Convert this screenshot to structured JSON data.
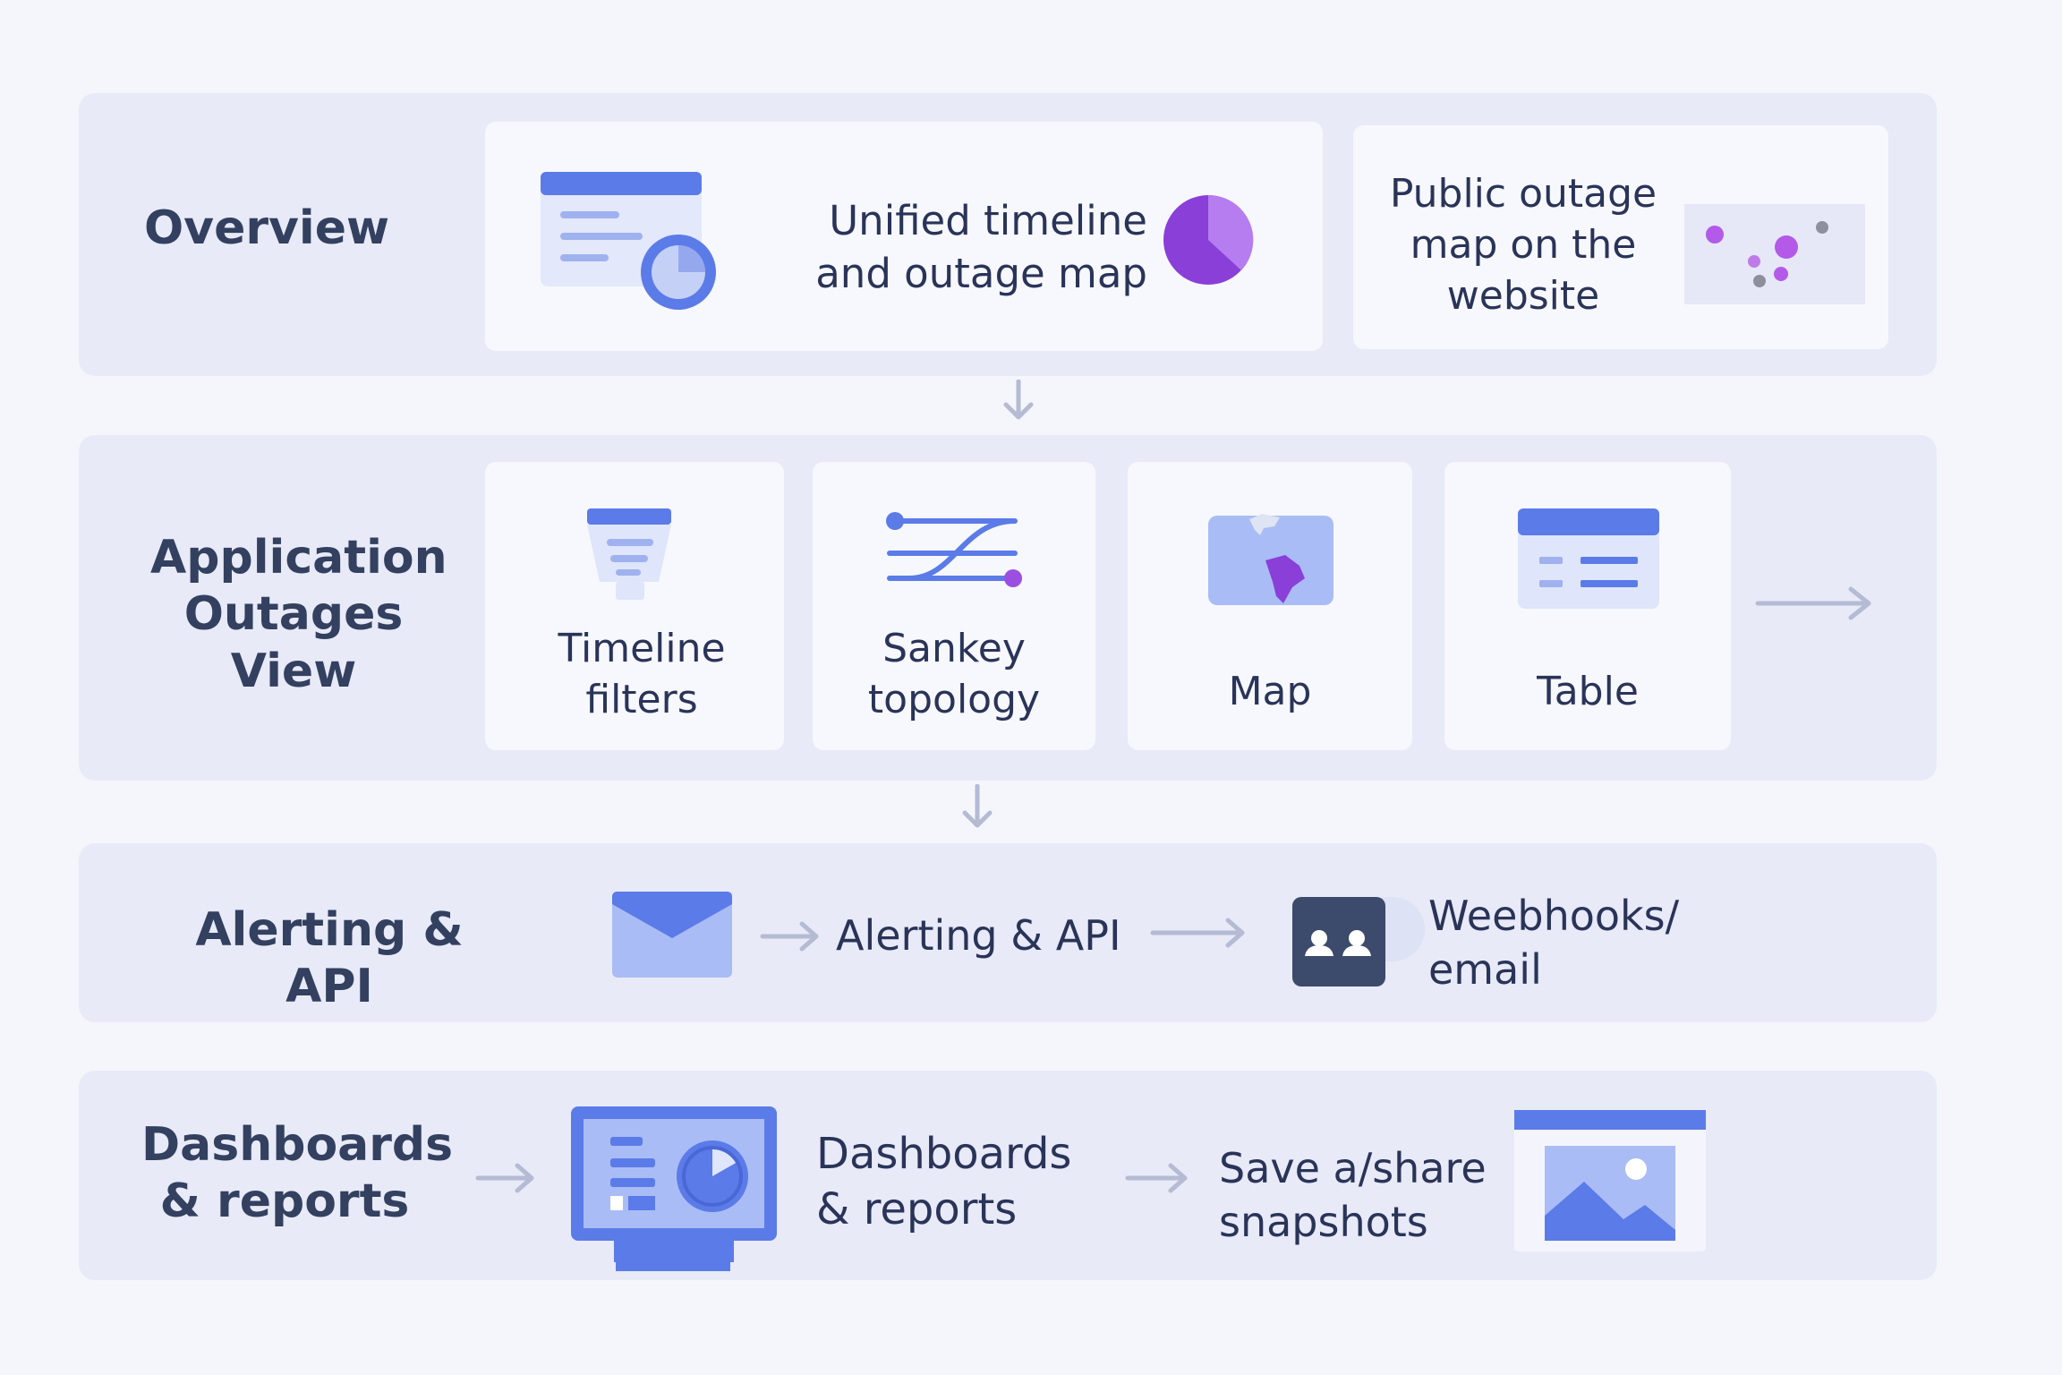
{
  "overview": {
    "title": "Overview",
    "unified_label": "Unified timeline and outage map",
    "public_label": "Public outage map on the website"
  },
  "outages": {
    "title": "Application Outages View",
    "cards": [
      {
        "label": "Timeline filters",
        "icon": "funnel-icon"
      },
      {
        "label": "Sankey topology",
        "icon": "sankey-icon"
      },
      {
        "label": "Map",
        "icon": "map-icon"
      },
      {
        "label": "Table",
        "icon": "table-icon"
      }
    ]
  },
  "alerting": {
    "title": "Alerting & API",
    "flow_label": "Alerting & API",
    "target_label": "Weebhooks/ email"
  },
  "dashboards": {
    "title": "Dashboards & reports",
    "flow_label": "Dashboards & reports",
    "share_label": "Save a/share snapshots"
  },
  "colors": {
    "band": "#e8eaf8",
    "card": "#f7f8fd",
    "blue": "#5b7be8",
    "light_blue": "#a9bcf5",
    "purple": "#9b4fe0",
    "arrow": "#b4bbd3",
    "text": "#2a3458"
  }
}
